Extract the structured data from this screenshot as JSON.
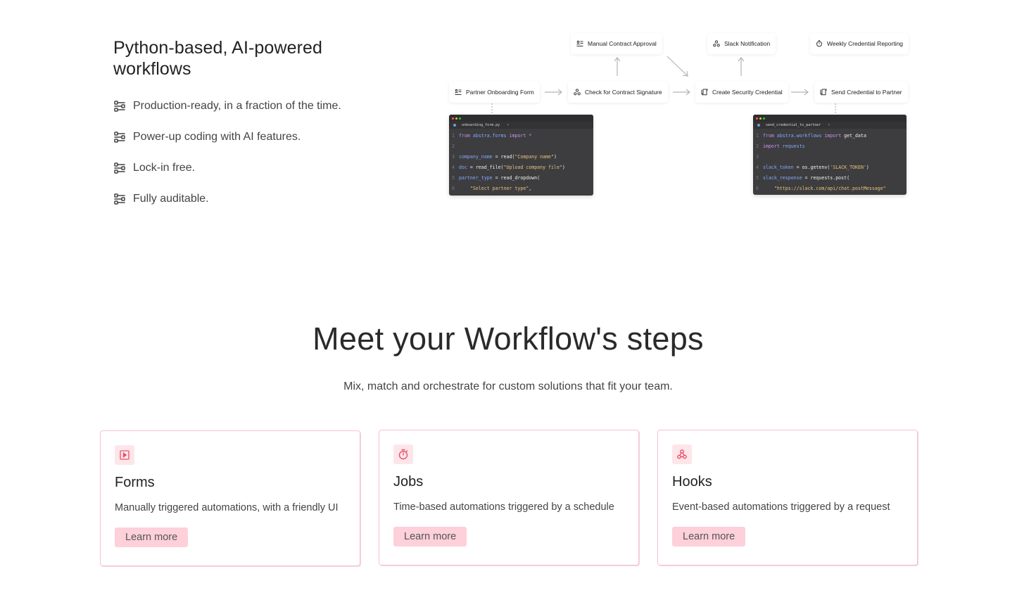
{
  "hero": {
    "title": "Python-based, AI-powered workflows",
    "features": [
      "Production-ready, in a fraction of the time.",
      "Power-up coding with AI features.",
      "Lock-in free.",
      "Fully auditable."
    ],
    "feature_icon": "workflow-icon"
  },
  "diagram": {
    "nodes": {
      "manual_approval": "Manual Contract Approval",
      "slack": "Slack Notification",
      "weekly": "Weekly Credential Reporting",
      "onboarding": "Partner Onboarding Form",
      "check_signature": "Check for Contract Signature",
      "create_credential": "Create Security Credential",
      "send_credential": "Send Credential to Partner"
    },
    "code_left": {
      "filename": "onboarding_form.py",
      "close": "×",
      "lines": [
        {
          "n": "1",
          "a": "from ",
          "b": "abstra.forms ",
          "c": "import *",
          "d": ""
        },
        {
          "n": "2",
          "a": "",
          "b": "",
          "c": "",
          "d": ""
        },
        {
          "n": "3",
          "a": "company_name ",
          "b": "= read(",
          "c": "\"Company name\"",
          "d": ")"
        },
        {
          "n": "4",
          "a": "doc ",
          "b": "= read_file(",
          "c": "\"Upload company file\"",
          "d": ")"
        },
        {
          "n": "5",
          "a": "partner_type ",
          "b": "= read_dropdown(",
          "c": "",
          "d": ""
        },
        {
          "n": "6",
          "a": "    ",
          "b": "",
          "c": "\"Select partner type\"",
          "d": ","
        }
      ]
    },
    "code_right": {
      "filename": "send_credential_to_partner",
      "close": "×",
      "lines": [
        {
          "n": "1",
          "a": "from ",
          "b": "abstra.workflows ",
          "c": "import ",
          "d": "get_data"
        },
        {
          "n": "2",
          "a": "import ",
          "b": "requests",
          "c": "",
          "d": ""
        },
        {
          "n": "3",
          "a": "",
          "b": "",
          "c": "",
          "d": ""
        },
        {
          "n": "4",
          "a": "slack_token ",
          "b": "= os.getenv(",
          "c": "'SLACK_TOKEN'",
          "d": ")"
        },
        {
          "n": "5",
          "a": "slack_response ",
          "b": "= requests.post(",
          "c": "",
          "d": ""
        },
        {
          "n": "6",
          "a": "    ",
          "b": "",
          "c": "\"https://slack.com/api/chat.postMessage\"",
          "d": ""
        }
      ]
    }
  },
  "steps": {
    "title": "Meet your Workflow's steps",
    "subtitle": "Mix, match and orchestrate for custom solutions that fit your team.",
    "cards": [
      {
        "title": "Forms",
        "desc": "Manually triggered automations, with a friendly UI",
        "button": "Learn more",
        "icon": "play-square-icon"
      },
      {
        "title": "Jobs",
        "desc": "Time-based automations triggered by a schedule",
        "button": "Learn more",
        "icon": "stopwatch-icon"
      },
      {
        "title": "Hooks",
        "desc": "Event-based automations triggered by a request",
        "button": "Learn more",
        "icon": "webhook-icon"
      }
    ]
  },
  "colors": {
    "accent": "#e8506a",
    "accent_bg": "#fde6ea",
    "button_bg": "#fdd0da",
    "card_border": "#f5c4cf",
    "code_bg": "#3d3d3f"
  }
}
